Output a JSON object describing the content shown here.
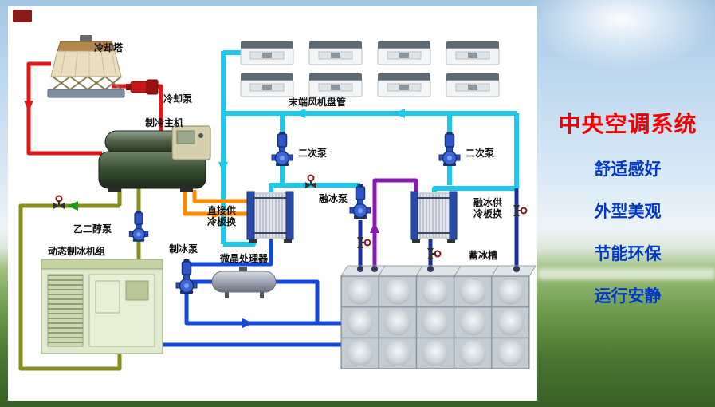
{
  "sidebar": {
    "title": "中央空调系统",
    "features": [
      "舒适感好",
      "外型美观",
      "节能环保",
      "运行安静"
    ]
  },
  "diagram": {
    "labels": {
      "cooling_tower": "冷却塔",
      "cooling_pump": "冷却泵",
      "chiller": "制冷主机",
      "fan_coil": "末端风机盘管",
      "secondary_pump_1": "二次泵",
      "secondary_pump_2": "二次泵",
      "melt_pump": "融冰泵",
      "direct_hx": "直接供冷板换",
      "melt_hx": "融冰供冷板换",
      "glycol_pump": "乙二醇泵",
      "ice_maker": "动态制冰机组",
      "ice_pump": "制冰泵",
      "crystal_processor": "微晶处理器",
      "ice_tank": "蓄冰槽"
    },
    "colors": {
      "chilled_water": "#19c9ee",
      "cooling_water": "#e01818",
      "glycol": "#8a8f1a",
      "hot_supply": "#ff8a00",
      "ice_water": "#1448d8",
      "melt_line": "#1a2f9e",
      "storage_line": "#8a18b4",
      "arrow_green": "#1a9a1a",
      "title_red": "#f20000",
      "feature_blue": "#0038cc"
    }
  }
}
